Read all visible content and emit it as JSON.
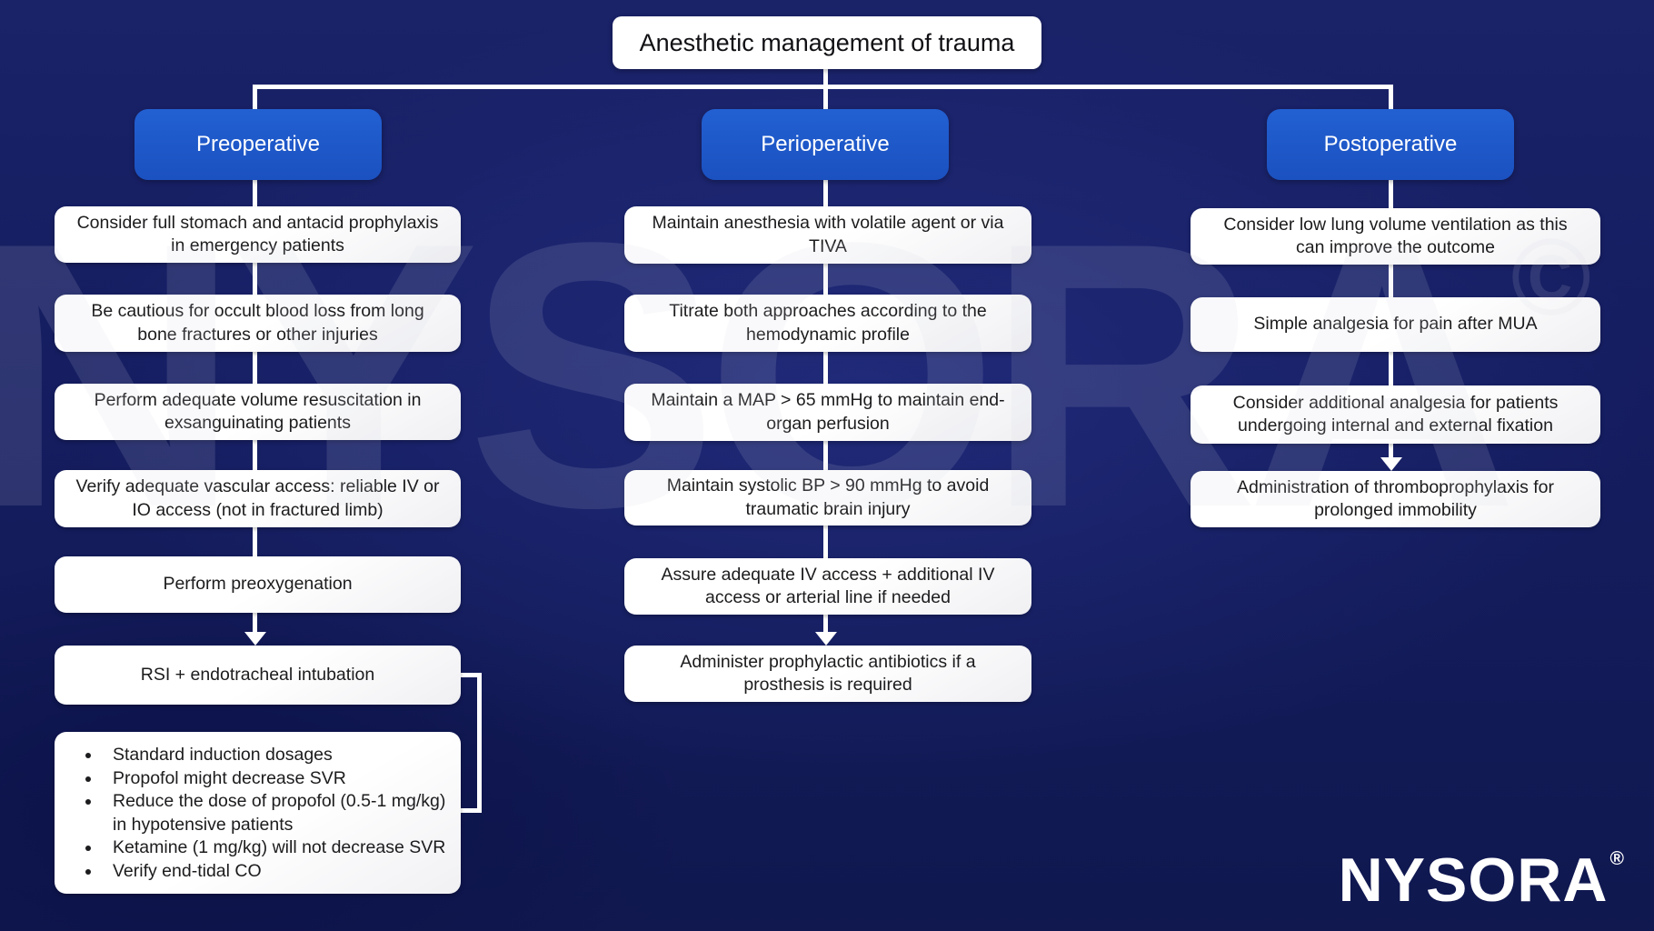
{
  "title": "Anesthetic management of trauma",
  "watermark": {
    "text": "NYSORA",
    "copyright": "©"
  },
  "logo": {
    "text": "NYSORA",
    "registered": "®"
  },
  "colors": {
    "background": "#151d60",
    "header_blue": "#1e57c9",
    "box_white": "#ffffff",
    "text_dark": "#1c1c1e",
    "connector_white": "#ffffff"
  },
  "columns": [
    {
      "header": "Preoperative",
      "boxes": [
        "Consider full stomach and antacid prophylaxis in emergency patients",
        "Be cautious for occult blood loss from long bone fractures or other injuries",
        "Perform adequate volume resuscitation in exsanguinating patients",
        "Verify adequate vascular access: reliable IV or IO access (not in fractured limb)",
        "Perform preoxygenation",
        "RSI + endotracheal intubation"
      ],
      "bullets": [
        "Standard induction dosages",
        "Propofol might decrease SVR",
        "Reduce the dose of propofol (0.5-1 mg/kg) in hypotensive patients",
        "Ketamine (1 mg/kg) will not decrease SVR",
        "Verify end-tidal CO"
      ]
    },
    {
      "header": "Perioperative",
      "boxes": [
        "Maintain anesthesia with volatile agent or via TIVA",
        "Titrate both approaches according to the hemodynamic profile",
        "Maintain a MAP > 65 mmHg to maintain end-organ perfusion",
        "Maintain systolic BP > 90 mmHg to avoid traumatic brain injury",
        "Assure adequate IV access + additional IV access or arterial line if needed",
        "Administer prophylactic antibiotics if a prosthesis is required"
      ]
    },
    {
      "header": "Postoperative",
      "boxes": [
        "Consider low lung volume ventilation as this can improve the outcome",
        "Simple analgesia for pain after MUA",
        "Consider additional analgesia for patients undergoing internal and external fixation",
        "Administration of thromboprophylaxis for prolonged immobility"
      ]
    }
  ]
}
